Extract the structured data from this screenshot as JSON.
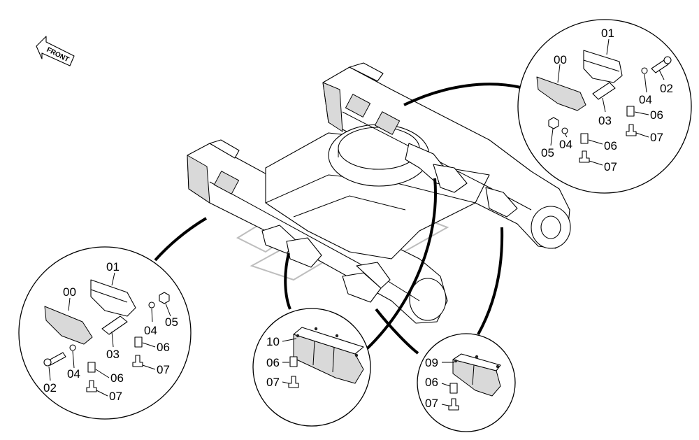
{
  "front_arrow": {
    "label": "FRONT"
  },
  "detail_top_right": {
    "labels": {
      "p01": "01",
      "p00": "00",
      "p02": "02",
      "p04a": "04",
      "p03": "03",
      "p06a": "06",
      "p07a": "07",
      "p05": "05",
      "p04b": "04",
      "p06b": "06",
      "p07b": "07"
    }
  },
  "detail_left": {
    "labels": {
      "p01": "01",
      "p00": "00",
      "p04a": "04",
      "p05": "05",
      "p03": "03",
      "p06a": "06",
      "p07a": "07",
      "p04b": "04",
      "p06b": "06",
      "p02": "02",
      "p07b": "07"
    }
  },
  "detail_bottom_mid": {
    "labels": {
      "p10": "10",
      "p06": "06",
      "p07": "07"
    }
  },
  "detail_bottom_right": {
    "labels": {
      "p09": "09",
      "p06": "06",
      "p07": "07"
    }
  }
}
